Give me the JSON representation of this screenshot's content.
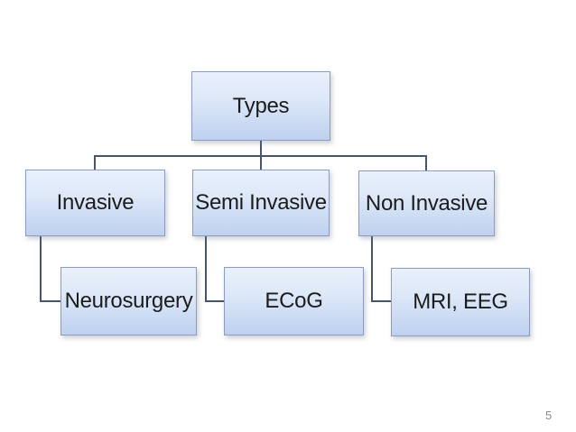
{
  "slide": {
    "page_number": "5"
  },
  "diagram": {
    "type": "hierarchy",
    "nodes": {
      "types": {
        "label": "Types",
        "level": 1
      },
      "invasive": {
        "label": "Invasive",
        "level": 2,
        "parent": "Types"
      },
      "semi_invasive": {
        "label": "Semi Invasive",
        "level": 2,
        "parent": "Types"
      },
      "non_invasive": {
        "label": "Non Invasive",
        "level": 2,
        "parent": "Types"
      },
      "neurosurgery": {
        "label": "Neurosurgery",
        "level": 3,
        "parent": "Invasive"
      },
      "ecog": {
        "label": "ECoG",
        "level": 3,
        "parent": "Semi Invasive"
      },
      "mri_eeg": {
        "label": "MRI, EEG",
        "level": 3,
        "parent": "Non Invasive"
      }
    },
    "edges": [
      {
        "from": "Types",
        "to": "Invasive"
      },
      {
        "from": "Types",
        "to": "Semi Invasive"
      },
      {
        "from": "Types",
        "to": "Non Invasive"
      },
      {
        "from": "Invasive",
        "to": "Neurosurgery"
      },
      {
        "from": "Semi Invasive",
        "to": "ECoG"
      },
      {
        "from": "Non Invasive",
        "to": "MRI, EEG"
      }
    ]
  },
  "colors": {
    "slide_bg": "#ffffff",
    "box_fill_top": "#e9f0fb",
    "box_fill_bottom": "#bfd1f0",
    "box_border": "#8c9cbe",
    "connector": "#46566a",
    "text": "#1c1c1c",
    "page_number": "#8a8a8a"
  }
}
